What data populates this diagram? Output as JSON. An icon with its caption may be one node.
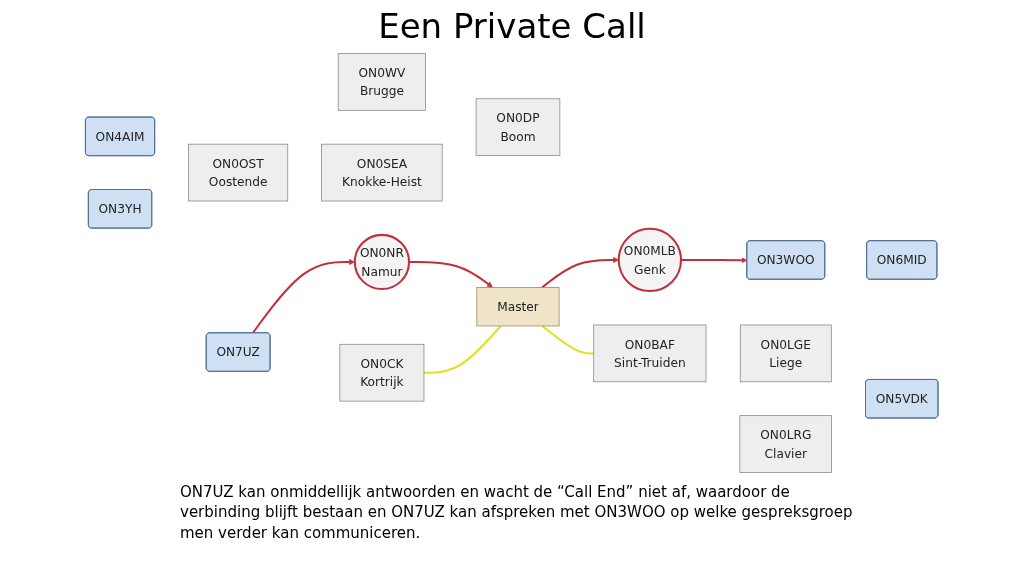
{
  "diagram": {
    "title": "Een Private Call",
    "caption": "ON7UZ kan onmiddellijk antwoorden en wacht de “Call End” niet af, waardoor de verbinding blijft bestaan en ON7UZ kan afspreken met ON3WOO op welke gespreksgroep men verder kan communiceren.",
    "nodes": [
      {
        "text": [
          "ON0SEA",
          "Knokke-Heist"
        ]
      },
      {
        "text": [
          "ON3WOO"
        ]
      },
      {
        "text": [
          "ON4AIM"
        ]
      },
      {
        "text": [
          "ON0OST",
          "Oostende"
        ]
      },
      {
        "text": [
          "ON0WV",
          "Brugge"
        ]
      },
      {
        "text": [
          "ON0DP",
          "Boom"
        ]
      },
      {
        "text": [
          "ON6MID"
        ]
      },
      {
        "text": [
          "ON3YH"
        ]
      },
      {
        "text": [
          "ON0MLB",
          "Genk"
        ]
      },
      {
        "text": [
          "ON0CK",
          "Kortrijk"
        ]
      },
      {
        "text": [
          "ON0BAF",
          "Sint-Truiden"
        ]
      },
      {
        "text": [
          "Master"
        ]
      },
      {
        "text": [
          "ON0LGE",
          "Liege"
        ]
      },
      {
        "text": [
          "ON7UZ"
        ]
      },
      {
        "text": [
          "ON0NR",
          "Namur"
        ]
      },
      {
        "text": [
          "ON0LRG",
          "Clavier"
        ]
      },
      {
        "text": [
          "ON5VDK"
        ]
      }
    ],
    "edges": [
      {
        "from": 13,
        "to": 14,
        "arrow": "to"
      },
      {
        "from": 14,
        "to": 11,
        "arrow": "to"
      },
      {
        "from": 11,
        "to": 8,
        "arrow": "to"
      },
      {
        "from": 8,
        "to": 1,
        "arrow": "to"
      },
      {
        "from": 9,
        "to": 11,
        "arrow": "none",
        "color": "#e0e020"
      },
      {
        "from": 11,
        "to": 10,
        "arrow": "none",
        "color": "#e0e020"
      }
    ]
  }
}
